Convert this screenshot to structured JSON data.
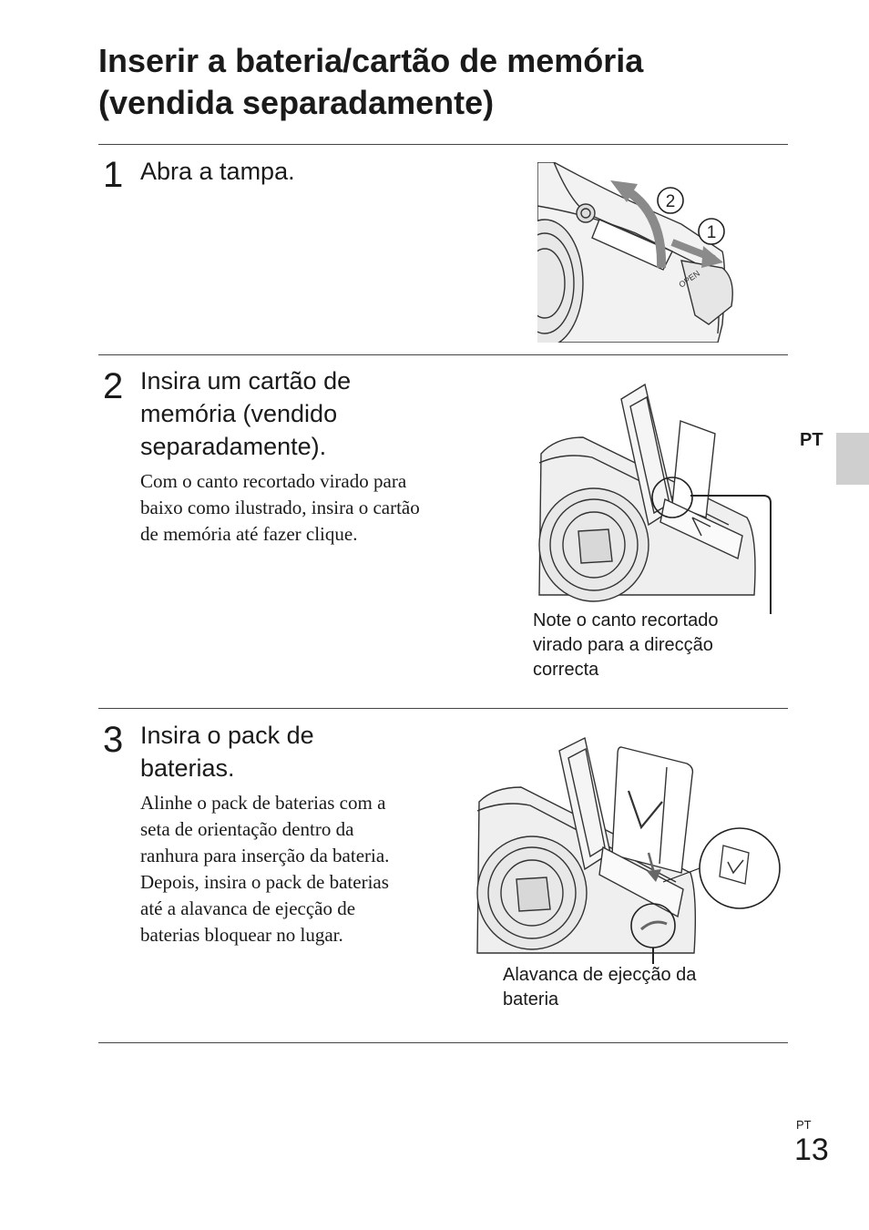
{
  "title": {
    "line1": "Inserir a bateria/cartão de memória",
    "line2": "(vendida separadamente)"
  },
  "side_tab": {
    "label": "PT"
  },
  "steps": [
    {
      "number": "1",
      "heading": "Abra a tampa.",
      "callouts": [
        "2",
        "1"
      ],
      "illustration_text": "OPEN"
    },
    {
      "number": "2",
      "heading_lines": [
        "Insira um cartão de",
        "memória (vendido",
        "separadamente)."
      ],
      "body_lines": [
        "Com o canto recortado virado para",
        "baixo como ilustrado, insira o cartão",
        "de memória até fazer clique."
      ],
      "caption_lines": [
        "Note o canto recortado",
        "virado para a direcção",
        "correcta"
      ]
    },
    {
      "number": "3",
      "heading_lines": [
        "Insira o pack de",
        "baterias."
      ],
      "body_lines": [
        "Alinhe o pack de baterias com a",
        "seta de orientação dentro da",
        "ranhura para inserção da bateria.",
        "Depois, insira o pack de baterias",
        "até a alavanca de ejecção de",
        "baterias bloquear no lugar."
      ],
      "caption_lines": [
        "Alavanca de ejecção da",
        "bateria"
      ]
    }
  ],
  "footer": {
    "lang": "PT",
    "page": "13"
  }
}
